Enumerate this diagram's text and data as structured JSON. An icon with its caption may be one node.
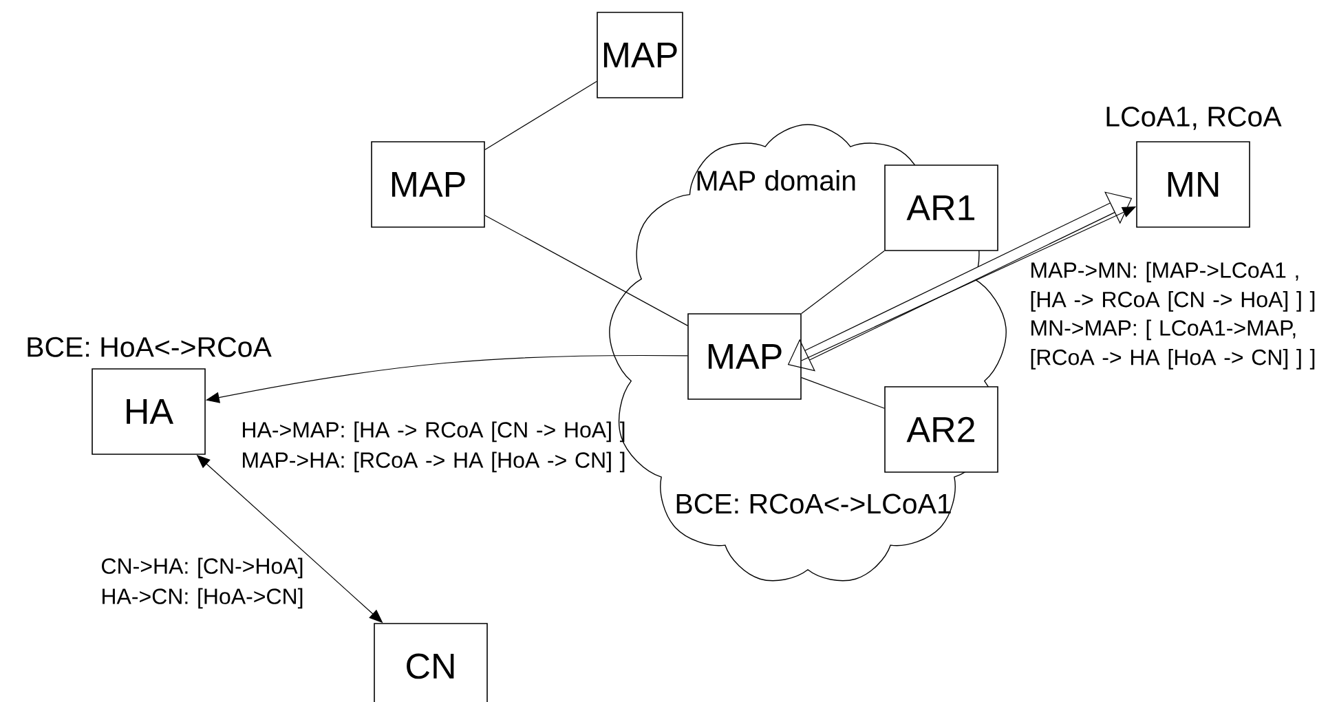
{
  "diagram": {
    "nodes": [
      {
        "text": [
          "MAP domain",
          "BCE: RCoA<->LCoA1"
        ]
      },
      {
        "text": [
          "MAP"
        ]
      },
      {
        "text": [
          "MAP"
        ]
      },
      {
        "text": [
          "MAP"
        ],
        "in": 0
      },
      {
        "text": [
          "AR1"
        ],
        "in": 0
      },
      {
        "text": [
          "AR2"
        ],
        "in": 0
      },
      {
        "text": [
          "MN"
        ],
        "beside": [
          "LCoA1, RCoA"
        ]
      },
      {
        "text": [
          "HA"
        ],
        "beside": [
          "BCE: HoA<->RCoA"
        ]
      },
      {
        "text": [
          "CN"
        ]
      }
    ],
    "edges": [
      {
        "from": 2,
        "to": 1,
        "arrow": "none"
      },
      {
        "from": 2,
        "to": 3,
        "arrow": "none"
      },
      {
        "from": 3,
        "to": 4,
        "arrow": "none"
      },
      {
        "from": 3,
        "to": 5,
        "arrow": "none"
      },
      {
        "from": 3,
        "to": 6,
        "arrow": "both",
        "style": "thick"
      },
      {
        "from": 3,
        "to": 6,
        "arrow": "to"
      },
      {
        "from": 3,
        "to": 7,
        "arrow": "to"
      },
      {
        "from": 7,
        "to": 8,
        "arrow": "both"
      }
    ],
    "labels": [
      "MAP->MN: [MAP->LCoA1 , [HA -> RCoA [CN -> HoA] ] ]",
      "MN->MAP: [ LCoA1->MAP, [RCoA -> HA [HoA -> CN] ] ]",
      "HA->MAP: [HA -> RCoA [CN -> HoA] ]",
      "MAP->HA: [RCoA -> HA [HoA -> CN] ]",
      "CN->HA: [CN->HoA]",
      "HA->CN: [HoA->CN]"
    ]
  }
}
